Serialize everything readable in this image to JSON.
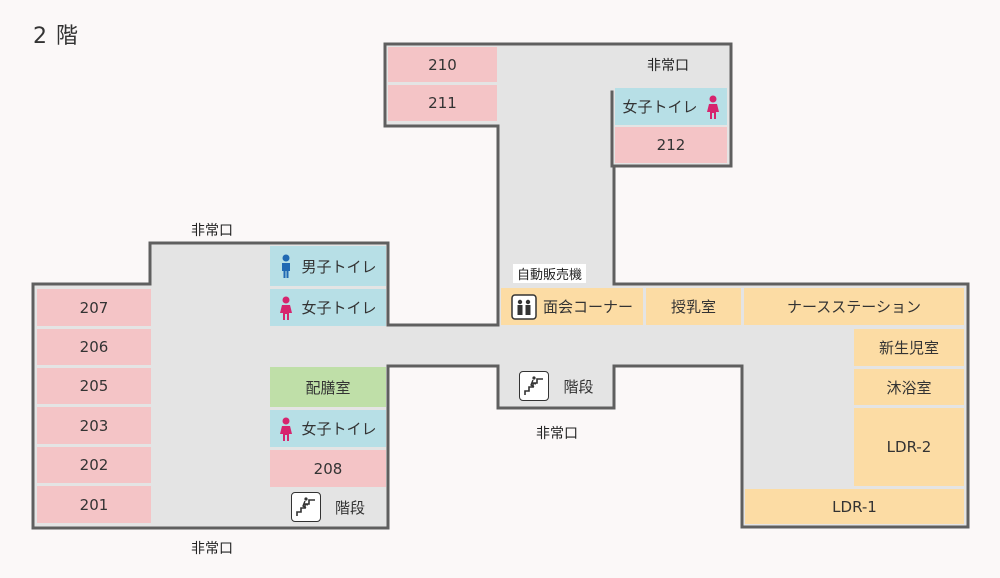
{
  "floor_title": "2 階",
  "exits": {
    "top_right": "非常口",
    "left_upper": "非常口",
    "center_bottom": "非常口",
    "bottom_left": "非常口"
  },
  "vending_label": "自動販売機",
  "rooms": {
    "r210": "210",
    "r211": "211",
    "r212": "212",
    "toilet_w_top": "女子トイレ",
    "toilet_m": "男子トイレ",
    "toilet_w_mid": "女子トイレ",
    "r207": "207",
    "r206": "206",
    "r205": "205",
    "r203": "203",
    "r202": "202",
    "r201": "201",
    "meeting": "面会コーナー",
    "nursing": "授乳室",
    "nurse_station": "ナースステーション",
    "newborn": "新生児室",
    "bath": "沐浴室",
    "ldr2": "LDR-2",
    "ldr1": "LDR-1",
    "stairs_center": "階段",
    "pantry": "配膳室",
    "toilet_w_low": "女子トイレ",
    "r208": "208",
    "stairs_left": "階段"
  },
  "colors": {
    "patient_room": "#f4c4c6",
    "toilet": "#b7dfe6",
    "service": "#fcdca4",
    "pantry": "#bfdfa8",
    "corridor": "#e4e4e4",
    "wall": "#5f5f5f",
    "female_icon": "#d6246e",
    "male_icon": "#2069b3"
  },
  "icons": {
    "female": "female-person-icon",
    "male": "male-person-icon",
    "stairs": "stairs-icon",
    "meeting": "meeting-people-icon"
  }
}
